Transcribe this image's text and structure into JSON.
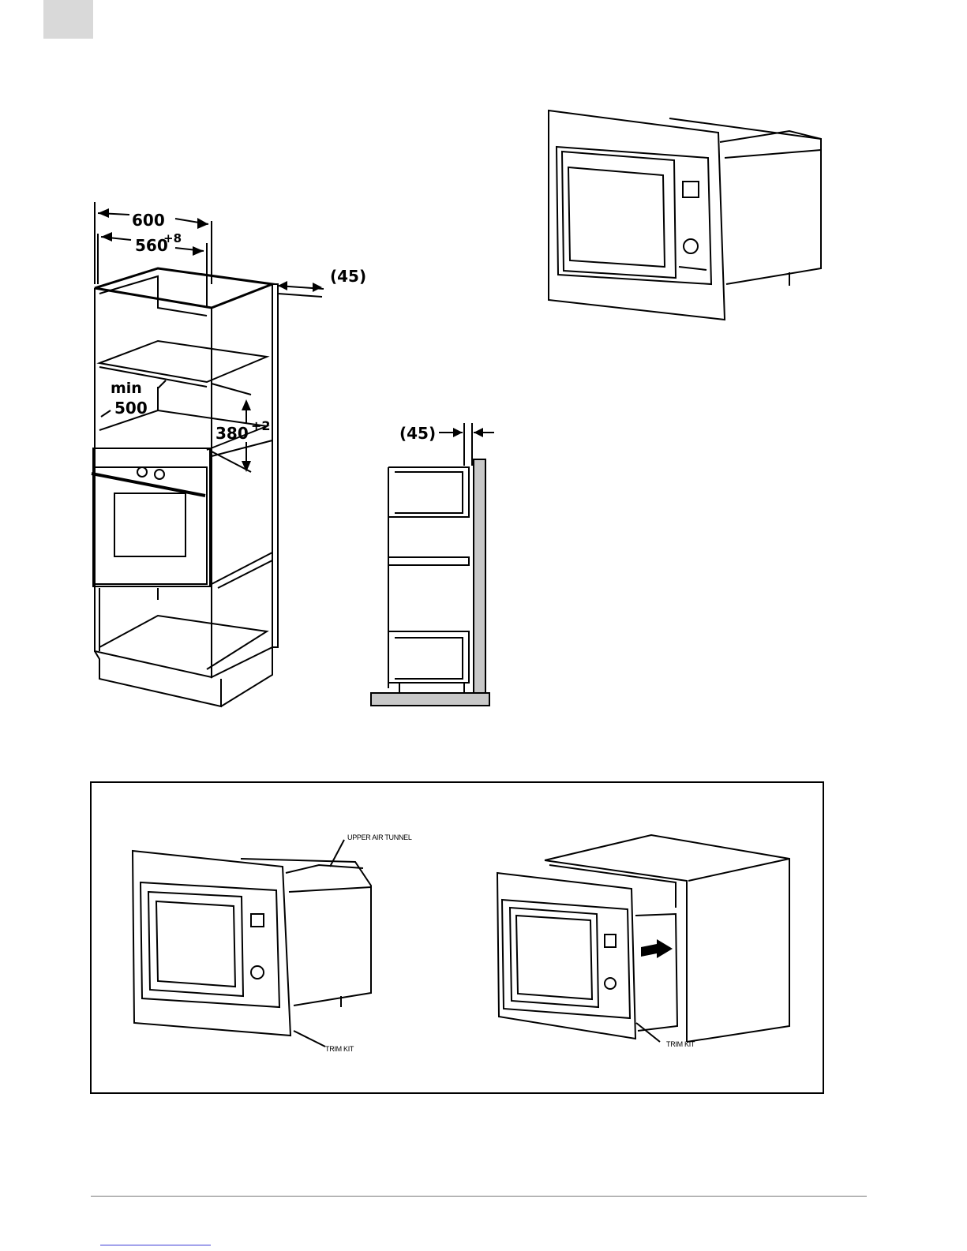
{
  "header": {
    "tab_color": "#d9d9d9"
  },
  "cabinet_diagram": {
    "width_outer": "600",
    "width_inner": "560",
    "width_inner_tol": "+8",
    "rear_gap": "(45)",
    "min_label": "min",
    "min_depth": "500",
    "height_value": "380",
    "height_tol": "+2"
  },
  "side_section": {
    "gap": "(45)"
  },
  "installation_box": {
    "upper_air_tunnel": "UPPER AIR TUNNEL",
    "trim_kit_left": "TRIM KIT",
    "trim_kit_right": "TRIM KIT"
  },
  "footer": {
    "rule_color": "#777777",
    "link_color": "#3b3bd6"
  }
}
